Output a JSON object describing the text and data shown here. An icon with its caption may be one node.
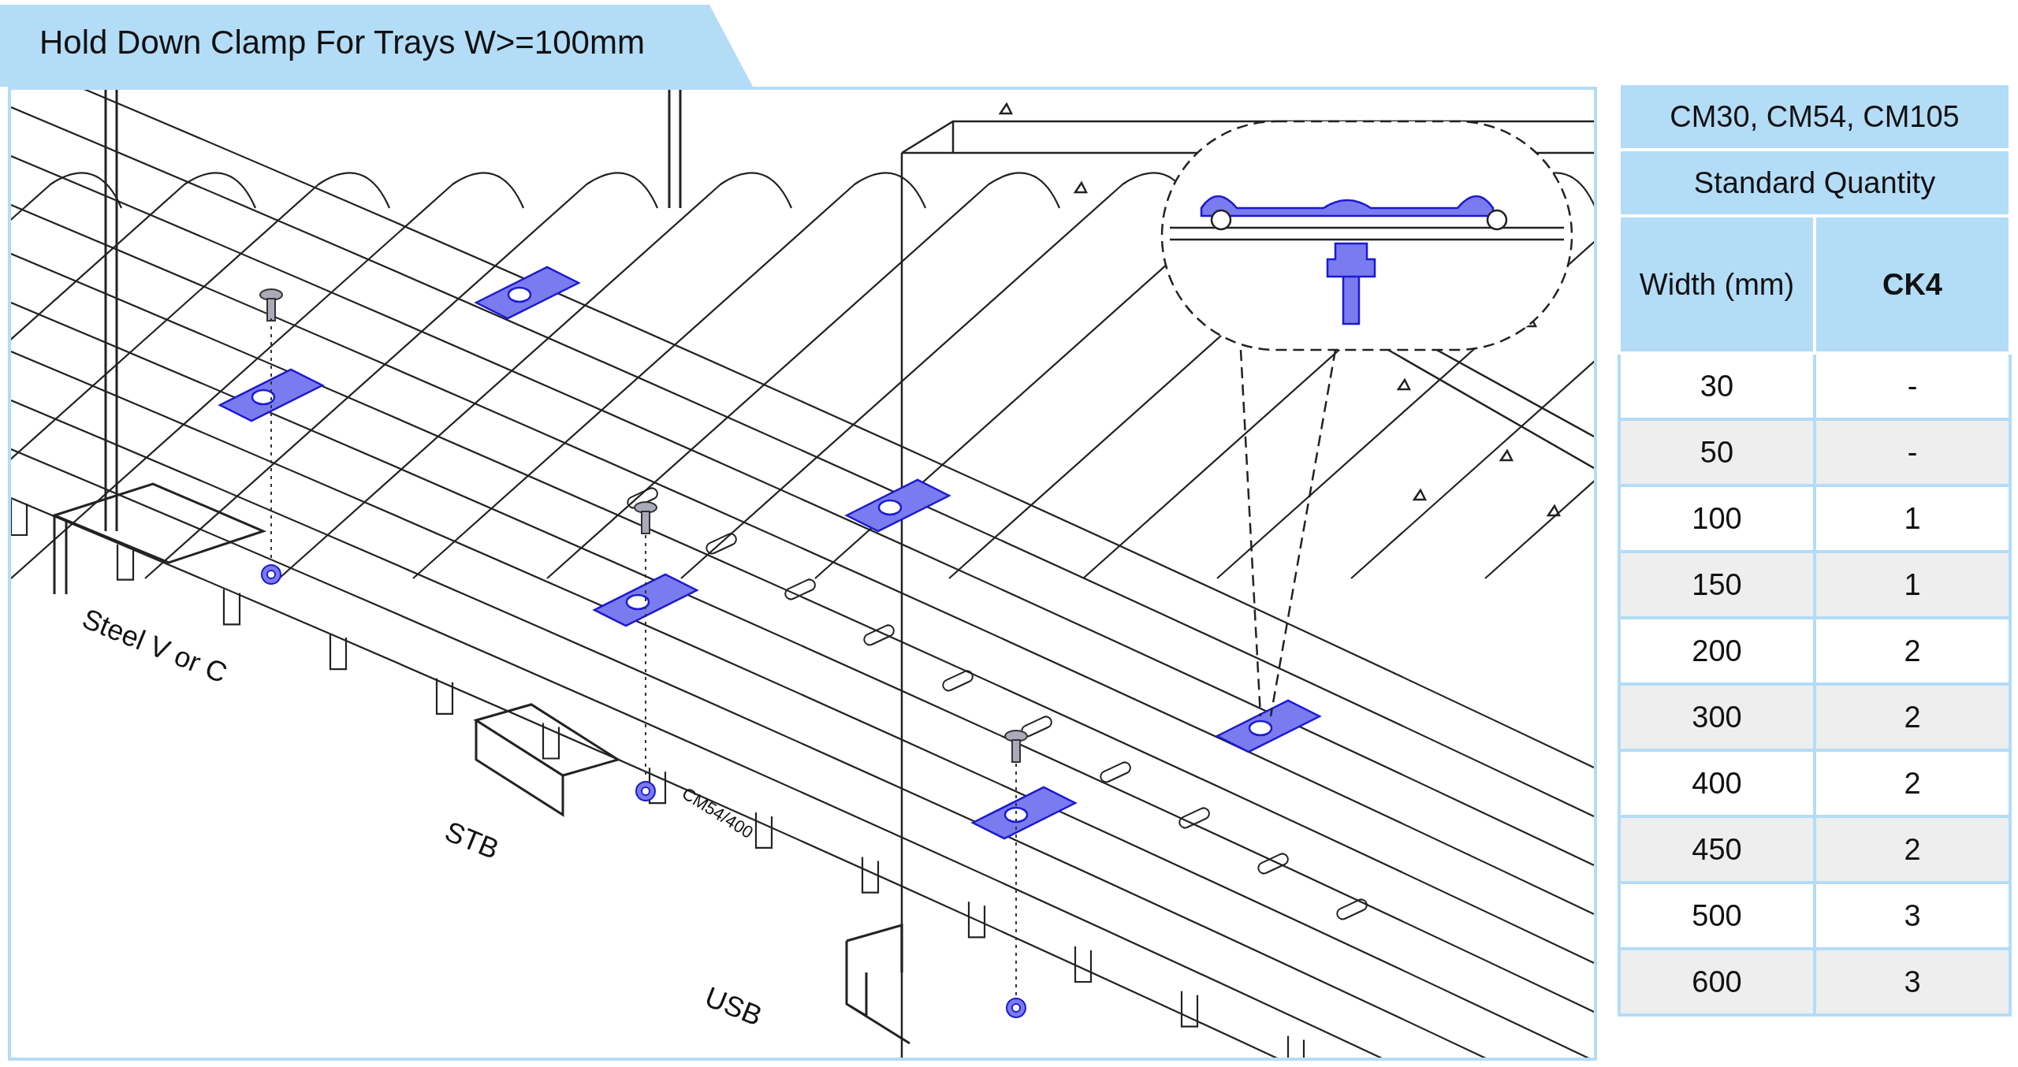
{
  "diagram": {
    "title": "Hold Down Clamp For Trays W>=100mm",
    "labels": [
      "Steel V or C",
      "STB",
      "USB",
      "CM54/400",
      "CM30, CM54, CM105",
      "Standard Quantity",
      "Width (mm)",
      "CK4",
      "30",
      "-",
      "50",
      "-",
      "100",
      "1",
      "150",
      "1",
      "200",
      "2",
      "300",
      "2",
      "400",
      "2",
      "450",
      "2",
      "500",
      "3",
      "600",
      "3"
    ]
  }
}
